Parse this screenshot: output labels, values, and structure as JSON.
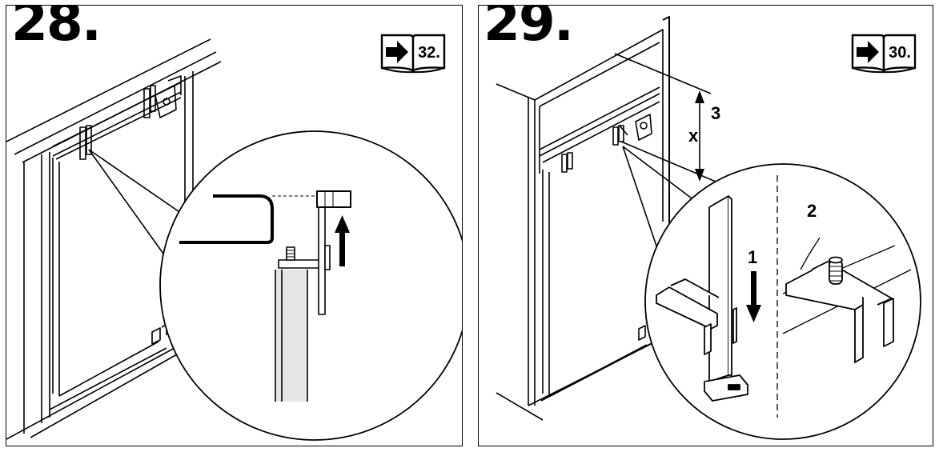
{
  "steps": [
    {
      "number": "28.",
      "reference": "32.",
      "icons": [
        "arrow-right-icon",
        "open-book-icon",
        "up-arrow-icon"
      ]
    },
    {
      "number": "29.",
      "reference": "30.",
      "labels": {
        "x": "x",
        "n1": "1",
        "n2": "2",
        "n3": "3"
      },
      "icons": [
        "arrow-right-icon",
        "open-book-icon",
        "down-arrow-icon",
        "dimension-arrow-icon"
      ]
    }
  ]
}
